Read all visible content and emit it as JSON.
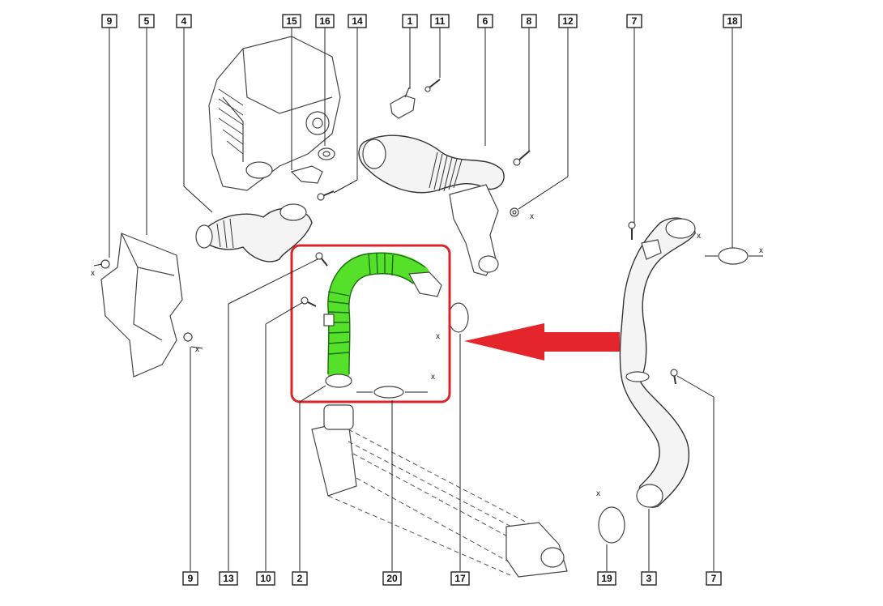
{
  "diagram": {
    "accent_colors": {
      "highlight_box": "#d8262b",
      "arrow": "#e4252b",
      "highlighted_hose": "#55e02a"
    },
    "callouts_top": [
      "9",
      "5",
      "4",
      "15",
      "16",
      "14",
      "1",
      "11",
      "6",
      "8",
      "12",
      "7",
      "18"
    ],
    "callouts_bottom": [
      "9",
      "13",
      "10",
      "2",
      "20",
      "17",
      "19",
      "3",
      "7"
    ],
    "markers": {
      "x": "x"
    }
  }
}
